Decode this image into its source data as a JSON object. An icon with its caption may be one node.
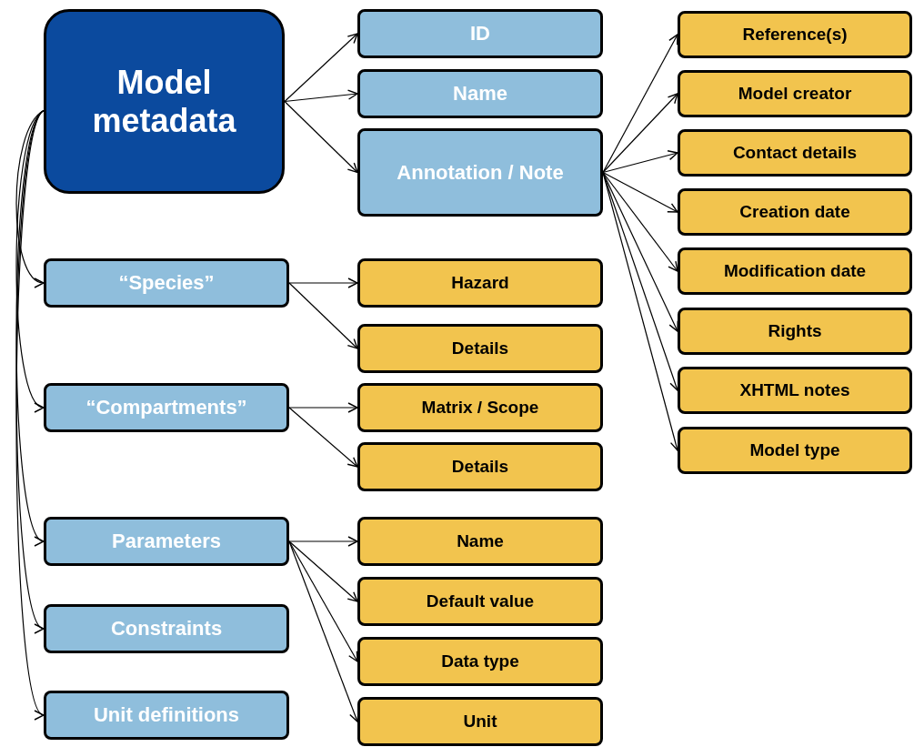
{
  "diagram": {
    "nodes": [
      {
        "text": [
          "Model metadata"
        ]
      },
      {
        "text": [
          "ID"
        ]
      },
      {
        "text": [
          "Name"
        ]
      },
      {
        "text": [
          "Annotation / Note"
        ]
      },
      {
        "text": [
          "Reference(s)"
        ]
      },
      {
        "text": [
          "Model creator"
        ]
      },
      {
        "text": [
          "Contact details"
        ]
      },
      {
        "text": [
          "Creation date"
        ]
      },
      {
        "text": [
          "Modification date"
        ]
      },
      {
        "text": [
          "Rights"
        ]
      },
      {
        "text": [
          "XHTML notes"
        ]
      },
      {
        "text": [
          "Model type"
        ]
      },
      {
        "text": [
          "“Species”"
        ]
      },
      {
        "text": [
          "Hazard"
        ]
      },
      {
        "text": [
          "Details"
        ]
      },
      {
        "text": [
          "“Compartments”"
        ]
      },
      {
        "text": [
          "Matrix / Scope"
        ]
      },
      {
        "text": [
          "Details"
        ]
      },
      {
        "text": [
          "Parameters"
        ]
      },
      {
        "text": [
          "Name"
        ]
      },
      {
        "text": [
          "Default value"
        ]
      },
      {
        "text": [
          "Data type"
        ]
      },
      {
        "text": [
          "Unit"
        ]
      },
      {
        "text": [
          "Constraints"
        ]
      },
      {
        "text": [
          "Unit definitions"
        ]
      }
    ],
    "edges": [
      {
        "from": 0,
        "to": 1,
        "arrow": "to"
      },
      {
        "from": 0,
        "to": 2,
        "arrow": "to"
      },
      {
        "from": 0,
        "to": 3,
        "arrow": "to"
      },
      {
        "from": 3,
        "to": 4,
        "arrow": "to"
      },
      {
        "from": 3,
        "to": 5,
        "arrow": "to"
      },
      {
        "from": 3,
        "to": 6,
        "arrow": "to"
      },
      {
        "from": 3,
        "to": 7,
        "arrow": "to"
      },
      {
        "from": 3,
        "to": 8,
        "arrow": "to"
      },
      {
        "from": 3,
        "to": 9,
        "arrow": "to"
      },
      {
        "from": 3,
        "to": 10,
        "arrow": "to"
      },
      {
        "from": 3,
        "to": 11,
        "arrow": "to"
      },
      {
        "from": 0,
        "to": 12,
        "arrow": "to"
      },
      {
        "from": 12,
        "to": 13,
        "arrow": "to"
      },
      {
        "from": 12,
        "to": 14,
        "arrow": "to"
      },
      {
        "from": 0,
        "to": 15,
        "arrow": "to"
      },
      {
        "from": 15,
        "to": 16,
        "arrow": "to"
      },
      {
        "from": 15,
        "to": 17,
        "arrow": "to"
      },
      {
        "from": 0,
        "to": 18,
        "arrow": "to"
      },
      {
        "from": 18,
        "to": 19,
        "arrow": "to"
      },
      {
        "from": 18,
        "to": 20,
        "arrow": "to"
      },
      {
        "from": 18,
        "to": 21,
        "arrow": "to"
      },
      {
        "from": 18,
        "to": 22,
        "arrow": "to"
      },
      {
        "from": 0,
        "to": 23,
        "arrow": "to"
      },
      {
        "from": 0,
        "to": 24,
        "arrow": "to"
      }
    ]
  }
}
